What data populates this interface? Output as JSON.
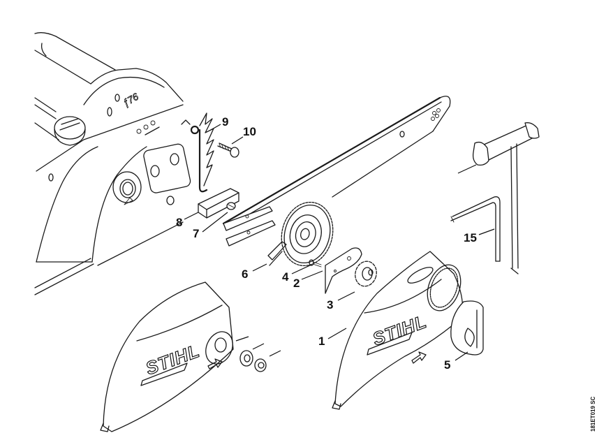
{
  "diagram": {
    "type": "exploded-parts-diagram",
    "subject": "Chainsaw chain sprocket cover, guide bar, tensioner and tools",
    "brand_logo_text": "STIHL",
    "drawing_code": "181ET019 SC",
    "callouts": [
      {
        "id": "1",
        "label": "1",
        "part": "sprocket cover (quick tensioner)"
      },
      {
        "id": "2",
        "label": "2",
        "part": "tensioner plate"
      },
      {
        "id": "3",
        "label": "3",
        "part": "thumb wheel nut"
      },
      {
        "id": "4",
        "label": "4",
        "part": "screw"
      },
      {
        "id": "5",
        "label": "5",
        "part": "knob cover"
      },
      {
        "id": "6",
        "label": "6",
        "part": "tensioning gear"
      },
      {
        "id": "7",
        "label": "7",
        "part": "collar screw"
      },
      {
        "id": "8",
        "label": "8",
        "part": "guide"
      },
      {
        "id": "9",
        "label": "9",
        "part": "spring"
      },
      {
        "id": "10",
        "label": "10",
        "part": "screw"
      },
      {
        "id": "15",
        "label": "15",
        "part": "screwdriver / hex key"
      }
    ]
  },
  "colors": {
    "line": "#1a1a1a",
    "background": "#ffffff"
  }
}
